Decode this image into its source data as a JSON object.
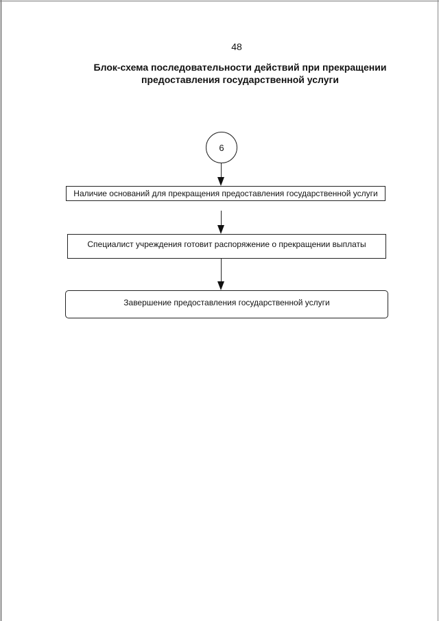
{
  "page_number": "48",
  "title": {
    "line1": "Блок-схема последовательности действий при прекращении",
    "line2": "предоставления государственной услуги"
  },
  "flowchart": {
    "connector_label": "6",
    "steps": [
      "Наличие оснований для прекращения предоставления государственной услуги",
      "Специалист учреждения готовит распоряжение о прекращении выплаты",
      "Завершение предоставления государственной услуги"
    ]
  }
}
